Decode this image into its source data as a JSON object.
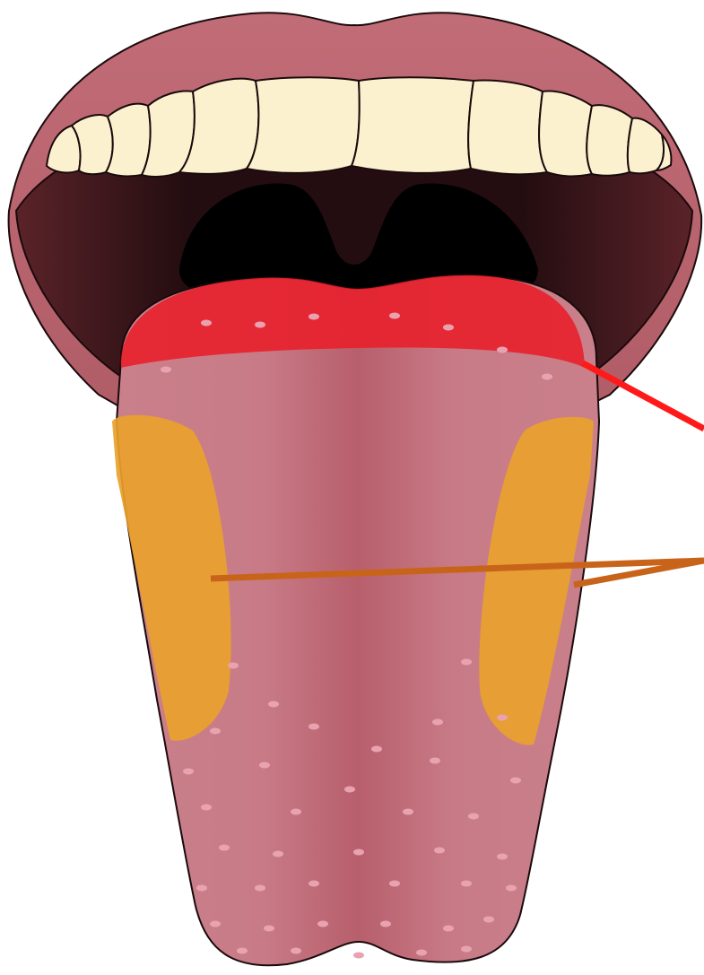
{
  "diagram": {
    "subject": "tongue-taste-regions",
    "regions": [
      {
        "id": "tip-region",
        "color": "#e8202b"
      },
      {
        "id": "side-regions",
        "color": "#e9a12c"
      }
    ],
    "pointer_colors": {
      "tip": "#ff1a1a",
      "sides": "#c8641a"
    }
  },
  "colors": {
    "lip": "#b8636c",
    "lip_dark": "#9a4a53",
    "mouth_interior": "#3f1a1e",
    "throat": "#000000",
    "teeth": "#fcf1cf",
    "tongue": "#c57682",
    "tongue_center": "#b65c69",
    "papillae": "#e9a3b0"
  }
}
